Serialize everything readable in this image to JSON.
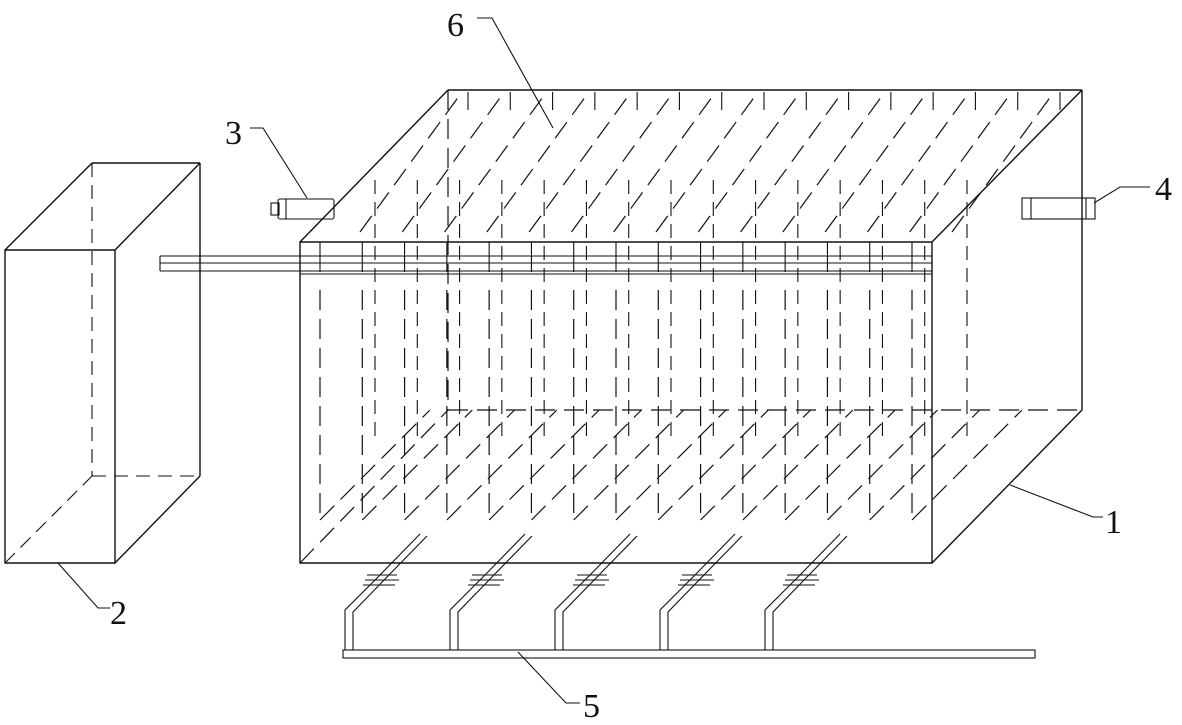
{
  "callouts": {
    "c1": "1",
    "c2": "2",
    "c3": "3",
    "c4": "4",
    "c5": "5",
    "c6": "6"
  },
  "counts": {
    "plates": 15,
    "nozzles": 5
  }
}
